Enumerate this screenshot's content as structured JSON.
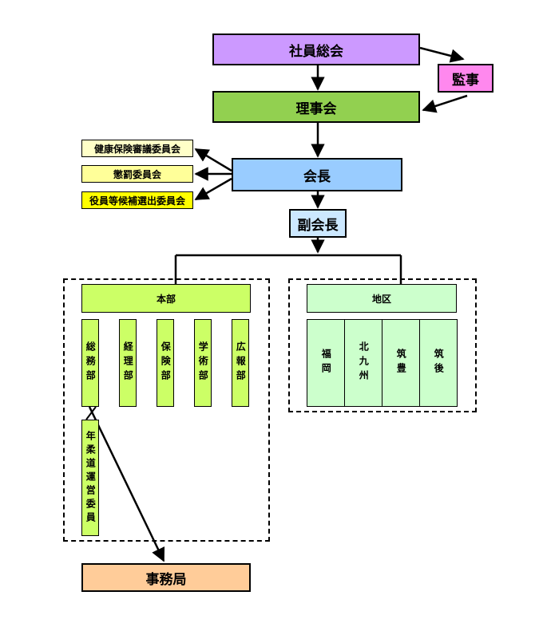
{
  "top": {
    "general_meeting": "社員総会",
    "audit": "監事",
    "board": "理事会",
    "president": "会長",
    "vice_president": "副会長"
  },
  "committees": [
    {
      "label": "健康保険審議委員会",
      "color": "#ffffc8"
    },
    {
      "label": "懲罰委員会",
      "color": "#ffff99"
    },
    {
      "label": "役員等候補選出委員会",
      "color": "#ffff00"
    }
  ],
  "honbu": {
    "label": "本部",
    "departments": [
      "総務部",
      "経理部",
      "保険部",
      "学術部",
      "広報部"
    ],
    "sub_committee": "年柔道運営委員"
  },
  "chiku": {
    "label": "地区",
    "regions": [
      "福岡",
      "北九州",
      "筑豊",
      "筑後"
    ]
  },
  "secretariat": "事務局",
  "colors": {
    "general_meeting": "#cc99ff",
    "audit": "#ff88ee",
    "board": "#92d050",
    "president": "#99ccff",
    "vice_president": "#cce8ff",
    "honbu": "#ccff66",
    "chiku": "#ccffcc",
    "secretariat": "#ffcc99"
  }
}
